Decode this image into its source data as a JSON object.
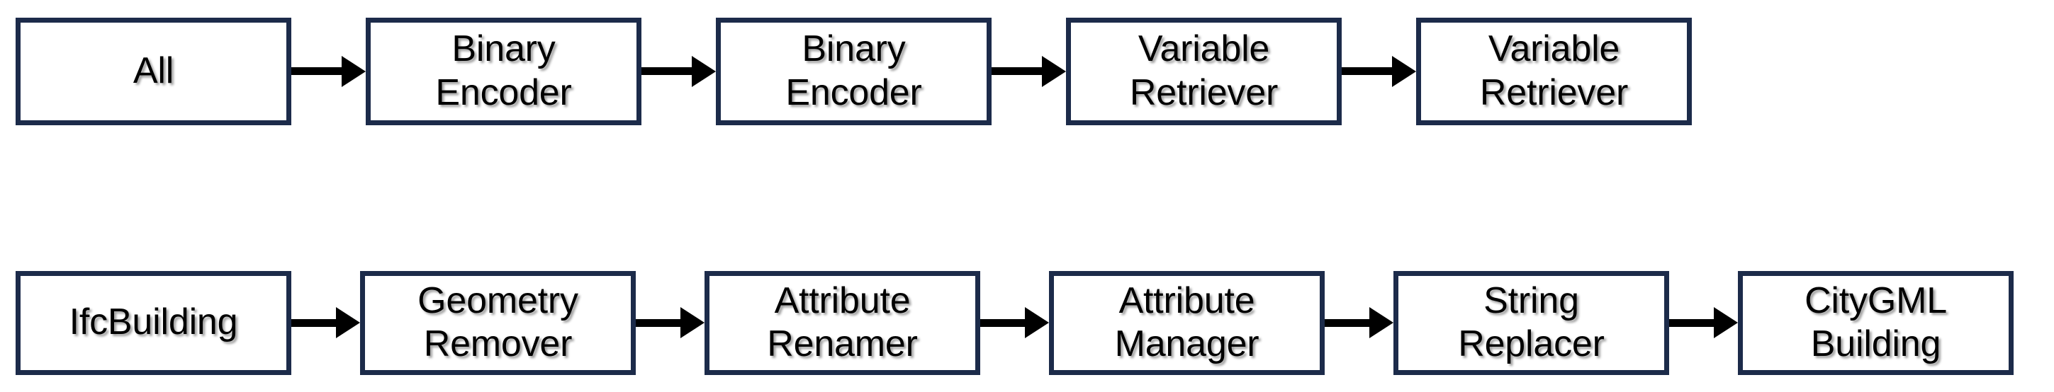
{
  "diagram": {
    "type": "flow-pipeline",
    "background_color": "#ffffff",
    "box_border_color": "#1c2b4a",
    "box_fill_color": "#ffffff",
    "arrow_color": "#000000",
    "label_color": "#000000",
    "rows": [
      {
        "id": "top-pipeline",
        "nodes": [
          {
            "label": "All"
          },
          {
            "label": "Binary\nEncoder"
          },
          {
            "label": "Binary\nEncoder"
          },
          {
            "label": "Variable\nRetriever"
          },
          {
            "label": "Variable\nRetriever"
          }
        ],
        "connectors": [
          "arrow-right",
          "arrow-right",
          "arrow-right",
          "arrow-right"
        ]
      },
      {
        "id": "bottom-pipeline",
        "nodes": [
          {
            "label": "IfcBuilding"
          },
          {
            "label": "Geometry\nRemover"
          },
          {
            "label": "Attribute\nRenamer"
          },
          {
            "label": "Attribute\nManager"
          },
          {
            "label": "String\nReplacer"
          },
          {
            "label": "CityGML\nBuilding"
          }
        ],
        "connectors": [
          "arrow-right",
          "arrow-right",
          "arrow-right",
          "arrow-right",
          "arrow-right"
        ]
      }
    ]
  }
}
